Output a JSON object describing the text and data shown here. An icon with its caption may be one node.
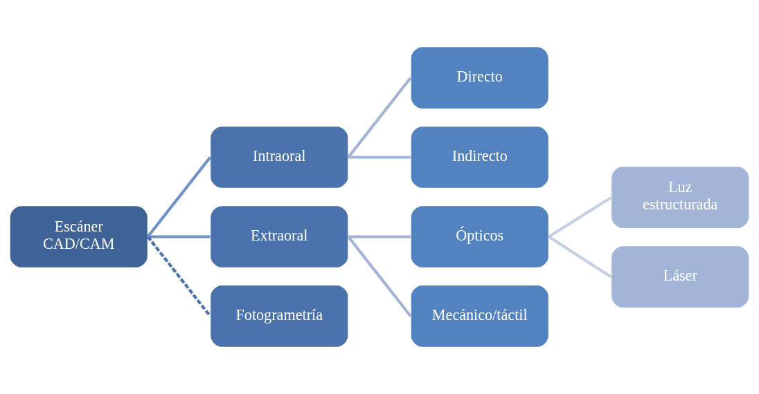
{
  "diagram": {
    "nodes": [
      {
        "text": [
          "Escáner CAD/CAM"
        ]
      },
      {
        "text": [
          "Intraoral"
        ]
      },
      {
        "text": [
          "Directo"
        ]
      },
      {
        "text": [
          "Indirecto"
        ]
      },
      {
        "text": [
          "Extraoral"
        ]
      },
      {
        "text": [
          "Ópticos"
        ]
      },
      {
        "text": [
          "Mecánico/táctil"
        ]
      },
      {
        "text": [
          "Luz estructurada"
        ]
      },
      {
        "text": [
          "Láser"
        ]
      },
      {
        "text": [
          "Fotogrametría"
        ]
      }
    ],
    "edges": [
      {
        "from": 0,
        "to": 1,
        "arrow": "none",
        "color": "#7090c8"
      },
      {
        "from": 0,
        "to": 4,
        "arrow": "none",
        "color": "#7090c8"
      },
      {
        "from": 0,
        "to": 9,
        "arrow": "none",
        "style": "dashed",
        "color": "#4a73ad"
      },
      {
        "from": 1,
        "to": 2,
        "arrow": "none"
      },
      {
        "from": 1,
        "to": 3,
        "arrow": "none"
      },
      {
        "from": 4,
        "to": 5,
        "arrow": "none"
      },
      {
        "from": 4,
        "to": 6,
        "arrow": "none"
      },
      {
        "from": 5,
        "to": 7,
        "arrow": "none",
        "color": "#c5cfe5"
      },
      {
        "from": 5,
        "to": 8,
        "arrow": "none",
        "color": "#c5cfe5"
      }
    ]
  }
}
